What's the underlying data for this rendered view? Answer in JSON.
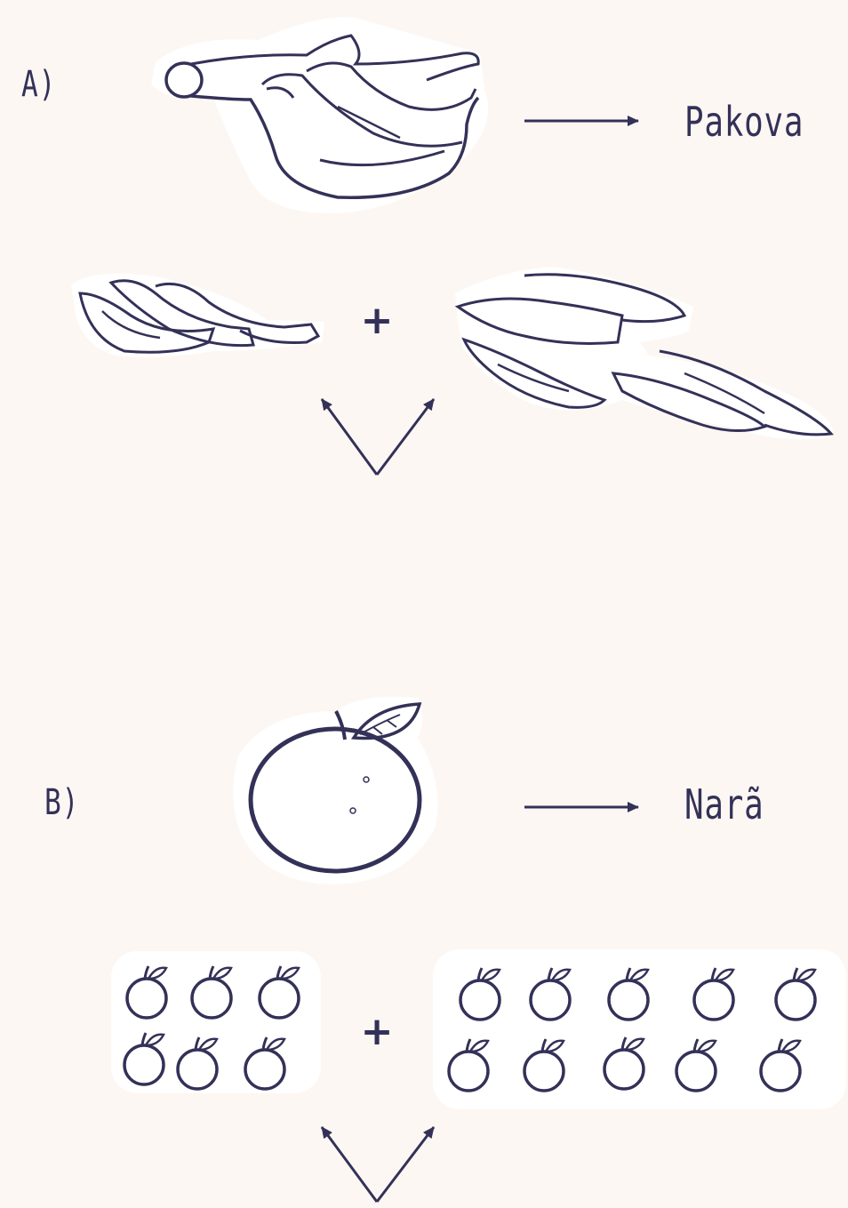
{
  "section_a": {
    "label": "A)",
    "word": "Pakova",
    "operator": "+"
  },
  "section_b": {
    "label": "B)",
    "word": "Narã",
    "operator": "+"
  },
  "icons": {
    "banana_bunch": "banana-bunch-icon",
    "apple": "apple-icon"
  },
  "colors": {
    "background": "#fcf7f3",
    "ink": "#343158",
    "sticker": "#ffffff"
  },
  "counts": {
    "a_left_bananas": 3,
    "a_right_bananas": 4,
    "b_left_apples": 6,
    "b_right_apples": 10
  }
}
